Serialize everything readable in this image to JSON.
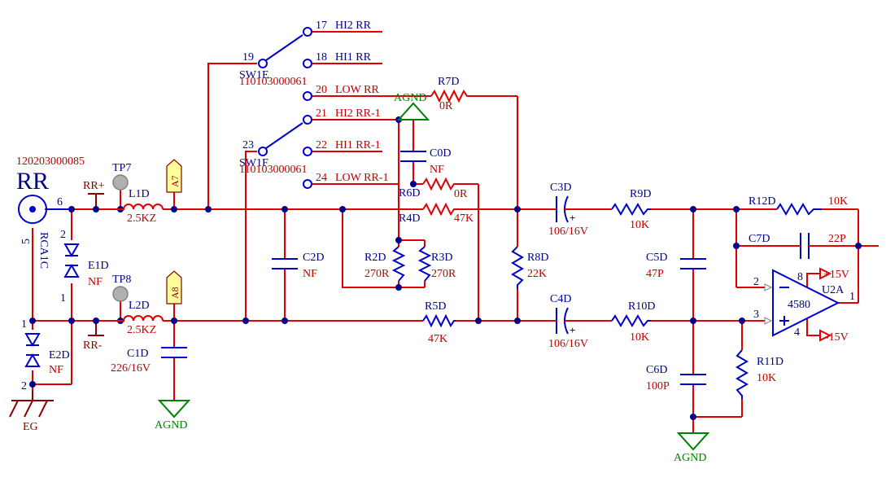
{
  "connector": {
    "part_no": "120203000085",
    "name": "RR",
    "ref": "RCA1C",
    "pin6": "6",
    "pin5": "5"
  },
  "switch_e": {
    "pin_common": "19",
    "ref": "SW1E",
    "part_no": "110103000061",
    "throws": [
      {
        "pin": "17",
        "label": "HI2 RR"
      },
      {
        "pin": "18",
        "label": "HI1 RR"
      },
      {
        "pin": "20",
        "label": "LOW RR"
      }
    ]
  },
  "switch_f": {
    "pin_common": "23",
    "ref": "SW1F",
    "part_no": "110103000061",
    "throws": [
      {
        "pin": "21",
        "label": "HI2 RR-1"
      },
      {
        "pin": "22",
        "label": "HI1 RR-1"
      },
      {
        "pin": "24",
        "label": "LOW RR-1"
      }
    ]
  },
  "test_points": [
    {
      "ref": "TP7"
    },
    {
      "ref": "TP8"
    }
  ],
  "nets": {
    "rr_plus": "RR+",
    "rr_minus": "RR-",
    "agnd": "AGND",
    "eg": "EG"
  },
  "flags": {
    "a7": "A7",
    "a8": "A8"
  },
  "diodes": [
    {
      "ref": "E1D",
      "value": "NF",
      "pin_top": "2",
      "pin_bottom": "1"
    },
    {
      "ref": "E2D",
      "value": "NF",
      "pin_top": "1",
      "pin_bottom": "2"
    }
  ],
  "inductors": [
    {
      "ref": "L1D",
      "value": "2.5KZ"
    },
    {
      "ref": "L2D",
      "value": "2.5KZ"
    }
  ],
  "capacitors": {
    "c1d": {
      "ref": "C1D",
      "value": "226/16V"
    },
    "c2d": {
      "ref": "C2D",
      "value": "NF"
    },
    "c0d": {
      "ref": "C0D",
      "value": "NF"
    },
    "c3d": {
      "ref": "C3D",
      "value": "106/16V"
    },
    "c4d": {
      "ref": "C4D",
      "value": "106/16V"
    },
    "c5d": {
      "ref": "C5D",
      "value": "47P"
    },
    "c6d": {
      "ref": "C6D",
      "value": "100P"
    },
    "c7d": {
      "ref": "C7D",
      "value": "22P"
    }
  },
  "resistors": {
    "r2d": {
      "ref": "R2D",
      "value": "270R"
    },
    "r3d": {
      "ref": "R3D",
      "value": "270R"
    },
    "r4d": {
      "ref": "R4D",
      "value": "47K"
    },
    "r5d": {
      "ref": "R5D",
      "value": "47K"
    },
    "r6d": {
      "ref": "R6D",
      "value": "0R"
    },
    "r7d": {
      "ref": "R7D",
      "value": "0R"
    },
    "r8d": {
      "ref": "R8D",
      "value": "22K"
    },
    "r9d": {
      "ref": "R9D",
      "value": "10K"
    },
    "r10d": {
      "ref": "R10D",
      "value": "10K"
    },
    "r11d": {
      "ref": "R11D",
      "value": "10K"
    },
    "r12d": {
      "ref": "R12D",
      "value": "10K"
    }
  },
  "opamp": {
    "ref": "U2A",
    "part": "4580",
    "pin_inv": "2",
    "pin_noninv": "3",
    "pin_out": "1",
    "pin_vplus": "8",
    "pin_vminus": "4",
    "vplus": "+15V",
    "vminus": "-15V"
  },
  "colors": {
    "wire": "#e00000",
    "component": "#0000cc",
    "ground": "#008000",
    "junction": "#00008b"
  }
}
